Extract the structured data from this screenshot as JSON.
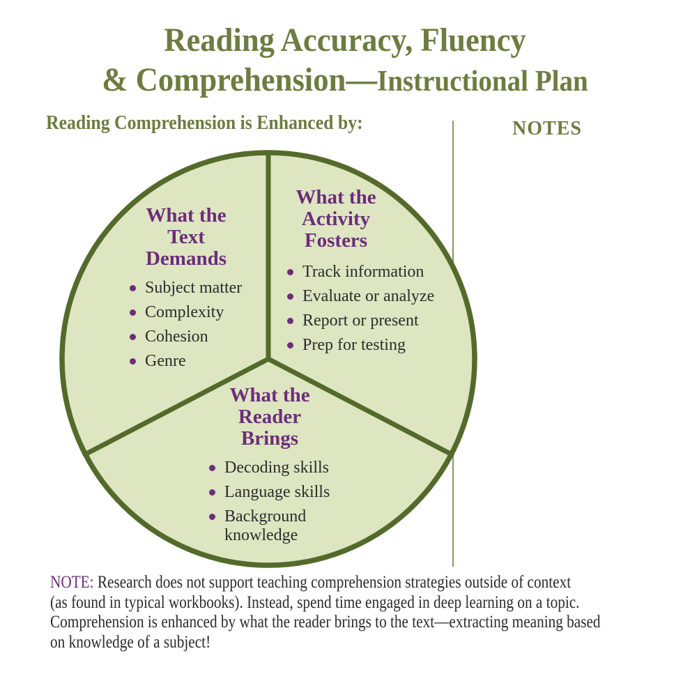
{
  "title": {
    "line1": "Reading Accuracy, Fluency",
    "line2_main": "& Comprehension—",
    "line2_sub": "Instructional Plan"
  },
  "subtitle": "Reading Comprehension is Enhanced by:",
  "notes_header": "NOTES",
  "diagram": {
    "sections": [
      {
        "heading_lines": [
          "What the",
          "Text",
          "Demands"
        ],
        "items": [
          "Subject matter",
          "Complexity",
          "Cohesion",
          "Genre"
        ]
      },
      {
        "heading_lines": [
          "What the",
          "Activity",
          "Fosters"
        ],
        "items": [
          "Track information",
          "Evaluate or analyze",
          "Report or present",
          "Prep for testing"
        ]
      },
      {
        "heading_lines": [
          "What the",
          "Reader",
          "Brings"
        ],
        "items": [
          "Decoding skills",
          "Language skills",
          "Background knowledge"
        ]
      }
    ]
  },
  "footnote": {
    "label": "NOTE:",
    "lines": [
      "Research does not support teaching comprehension strategies outside of context",
      "(as found in typical workbooks). Instead, spend time engaged in deep learning on a topic.",
      "Comprehension is enhanced by what the reader brings to the text—extracting meaning based",
      "on knowledge of a subject!"
    ]
  },
  "colors": {
    "olive_text": "#6d7c40",
    "circle_fill": "#dde6c1",
    "circle_stroke": "#546a2b",
    "heading_purple": "#6d2d7a",
    "body_text": "#2c2c2c",
    "divider_line": "#8b9464"
  }
}
